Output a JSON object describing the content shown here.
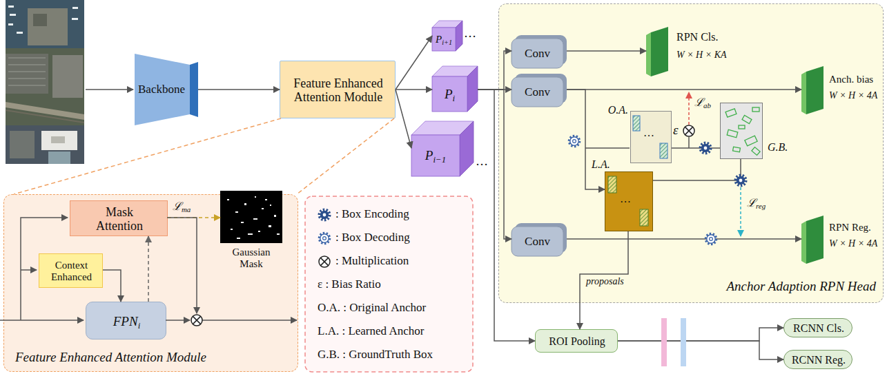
{
  "diagram": {
    "nodes": [
      {
        "text": [
          "Backbone"
        ]
      },
      {
        "text": [
          "Feature Enhanced Attention Module"
        ]
      },
      {
        "text": [
          "Pi+1"
        ]
      },
      {
        "text": [
          "Pi"
        ]
      },
      {
        "text": [
          "Pi−1"
        ]
      },
      {
        "text": [
          "Anchor Adaption RPN Head"
        ]
      },
      {
        "text": [
          "Conv"
        ],
        "in": 5
      },
      {
        "text": [
          "RPN Cls.",
          "W × H × KA"
        ],
        "in": 5
      },
      {
        "text": [
          "Conv"
        ],
        "in": 5
      },
      {
        "text": [
          "Anch. bias",
          "W × H × 4A"
        ],
        "in": 5
      },
      {
        "text": [
          "O.A."
        ],
        "in": 5
      },
      {
        "text": [
          "G.B."
        ],
        "in": 5
      },
      {
        "text": [
          "L.A."
        ],
        "in": 5
      },
      {
        "text": [
          "Conv"
        ],
        "in": 5
      },
      {
        "text": [
          "RPN Reg.",
          "W × H × 4A"
        ],
        "in": 5
      },
      {
        "text": [
          "ROI Pooling"
        ]
      },
      {
        "text": [
          "RCNN Cls."
        ]
      },
      {
        "text": [
          "RCNN Reg."
        ]
      },
      {
        "text": [
          "Feature Enhanced Attention Module"
        ]
      },
      {
        "text": [
          "Mask Attention"
        ],
        "in": 18
      },
      {
        "text": [
          "Context Enhanced"
        ],
        "in": 18
      },
      {
        "text": [
          "FPNi"
        ],
        "in": 18
      },
      {
        "text": [
          "Gaussian Mask"
        ],
        "in": 18
      }
    ],
    "edges": [
      {
        "from": 0,
        "to": 1,
        "arrow": "to"
      },
      {
        "from": 1,
        "to": 2,
        "arrow": "to"
      },
      {
        "from": 1,
        "to": 3,
        "arrow": "to"
      },
      {
        "from": 1,
        "to": 4,
        "arrow": "to"
      },
      {
        "from": 3,
        "to": 6,
        "arrow": "to"
      },
      {
        "from": 3,
        "to": 8,
        "arrow": "to"
      },
      {
        "from": 3,
        "to": 13,
        "arrow": "to"
      },
      {
        "from": 3,
        "to": 15,
        "arrow": "to"
      },
      {
        "from": 6,
        "to": 7,
        "arrow": "to"
      },
      {
        "from": 8,
        "to": 9,
        "arrow": "to"
      },
      {
        "from": 8,
        "to": 12,
        "arrow": "to"
      },
      {
        "from": 10,
        "to": 11,
        "arrow": "none"
      },
      {
        "from": 12,
        "to": 11,
        "arrow": "none"
      },
      {
        "from": 12,
        "to": 15,
        "label": "proposals",
        "arrow": "to"
      },
      {
        "from": 13,
        "to": 14,
        "arrow": "to"
      },
      {
        "from": 15,
        "to": 16,
        "arrow": "to"
      },
      {
        "from": 15,
        "to": 17,
        "arrow": "to"
      },
      {
        "from": 20,
        "to": 21,
        "arrow": "to"
      },
      {
        "from": 21,
        "to": 19,
        "arrow": "to"
      },
      {
        "from": 19,
        "to": 22,
        "label": "ℒma",
        "arrow": "to"
      },
      {
        "from": 1,
        "to": 18,
        "arrow": "none"
      },
      {
        "from": 1,
        "to": 18,
        "arrow": "none"
      }
    ],
    "labels": [
      "…",
      "…",
      "…",
      "…",
      "ε",
      "ℒab",
      "ℒreg"
    ],
    "legend": [
      {
        "text": ": Box Encoding"
      },
      {
        "text": ": Box Decoding"
      },
      {
        "text": ": Multiplication"
      },
      {
        "text": "ε : Bias Ratio"
      },
      {
        "text": "O.A. : Original Anchor"
      },
      {
        "text": "L.A. : Learned Anchor"
      },
      {
        "text": "G.B. : GroundTruth Box"
      }
    ]
  }
}
